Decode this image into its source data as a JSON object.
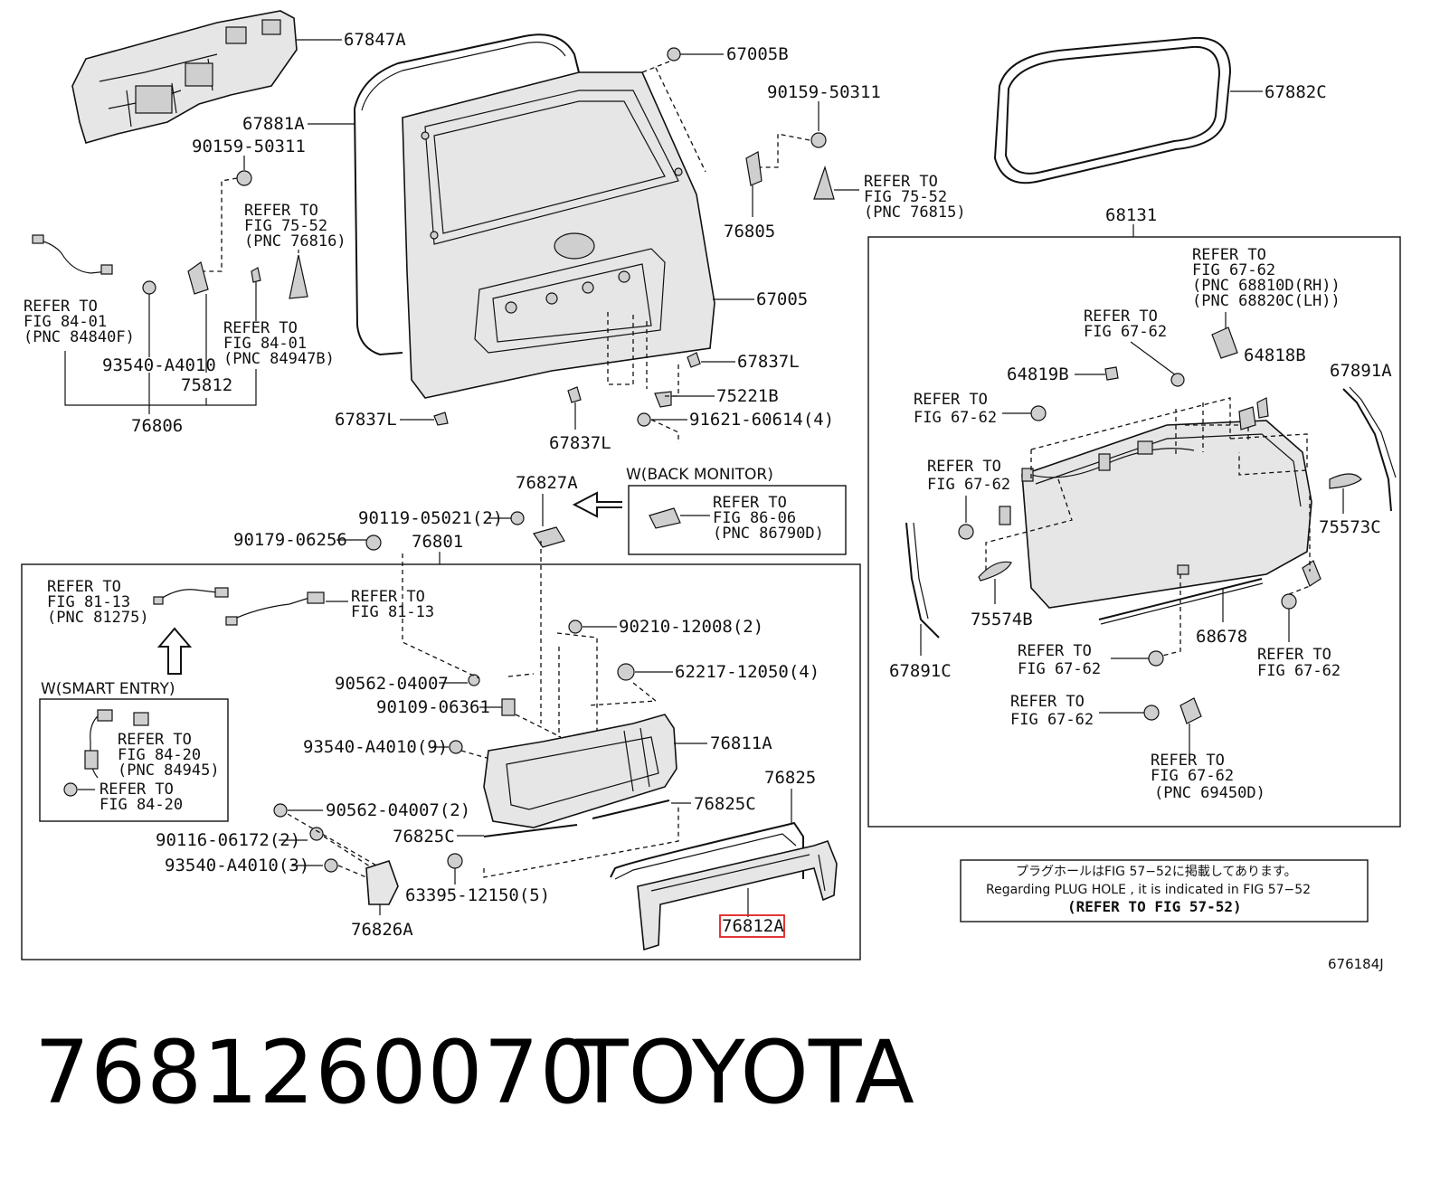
{
  "figure_id": "676184J",
  "footer": {
    "part_number": "7681260070",
    "brand": "TOYOTA"
  },
  "highlighted_part": "76812A",
  "colors": {
    "highlight": "#e02020",
    "ink": "#111111"
  },
  "note": {
    "jp": "プラグホールはFIG 57−52に掲載してあります。",
    "en": "Regarding  PLUG  HOLE , it is indicated in FIG  57−52",
    "ref": "(REFER TO FIG 57-52)"
  },
  "labels": {
    "p67847A": "67847A",
    "p67881A": "67881A",
    "p90159a": "90159-50311",
    "p90159b": "90159-50311",
    "p67005B": "67005B",
    "p67882C": "67882C",
    "p76805": "76805",
    "p67005": "67005",
    "p67837L_r": "67837L",
    "p75221B": "75221B",
    "p91621": "91621-60614(4)",
    "p67837L_l": "67837L",
    "p67837L_b": "67837L",
    "p93540a": "93540-A4010",
    "p75812": "75812",
    "p76806": "76806",
    "p68131": "68131",
    "p64819B": "64819B",
    "p64818B": "64818B",
    "p67891A": "67891A",
    "p75573C": "75573C",
    "p75574B": "75574B",
    "p68678": "68678",
    "p67891C": "67891C",
    "p76827A": "76827A",
    "p90119": "90119-05021(2)",
    "p90179": "90179-06256",
    "p76801": "76801",
    "p90210": "90210-12008(2)",
    "p62217": "62217-12050(4)",
    "p90562a": "90562-04007",
    "p90109": "90109-06361",
    "p93540b": "93540-A4010(9)",
    "p76811A": "76811A",
    "p76825": "76825",
    "p76825C_r": "76825C",
    "p90562b": "90562-04007(2)",
    "p90116": "90116-06172(2)",
    "p76825C_l": "76825C",
    "p93540c": "93540-A4010(3)",
    "p63395": "63395-12150(5)",
    "p76826A": "76826A",
    "p76812A": "76812A"
  },
  "refs": {
    "r1": [
      "REFER TO",
      "FIG 75-52",
      "(PNC 76815)"
    ],
    "r2": [
      "REFER TO",
      "FIG 75-52",
      "(PNC 76816)"
    ],
    "r3": [
      "REFER TO",
      "FIG 84-01",
      "(PNC 84840F)"
    ],
    "r4": [
      "REFER TO",
      "FIG 84-01",
      "(PNC 84947B)"
    ],
    "r5": [
      "REFER TO",
      "FIG 67-62",
      "(PNC 68810D(RH))",
      "(PNC 68820C(LH))"
    ],
    "r6": [
      "REFER TO",
      "FIG 67-62"
    ],
    "r7": [
      "REFER TO",
      "FIG 67-62"
    ],
    "r8": [
      "REFER TO",
      "FIG 67-62"
    ],
    "r9": [
      "REFER TO",
      "FIG 67-62"
    ],
    "r10": [
      "REFER TO",
      "FIG 67-62"
    ],
    "r11": [
      "REFER TO",
      "FIG 67-62"
    ],
    "r12": [
      "REFER TO",
      "FIG 67-62",
      "(PNC 69450D)"
    ],
    "r13": [
      "REFER TO",
      "FIG 86-06",
      "(PNC 86790D)"
    ],
    "r14": [
      "REFER TO",
      "FIG 81-13",
      "(PNC 81275)"
    ],
    "r15": [
      "REFER TO",
      "FIG 81-13"
    ],
    "r16": [
      "REFER TO",
      "FIG 84-20",
      "(PNC 84945)"
    ],
    "r17": [
      "REFER TO",
      "FIG 84-20"
    ]
  },
  "option_boxes": {
    "back_monitor": "W(BACK MONITOR)",
    "smart_entry": "W(SMART ENTRY)"
  }
}
